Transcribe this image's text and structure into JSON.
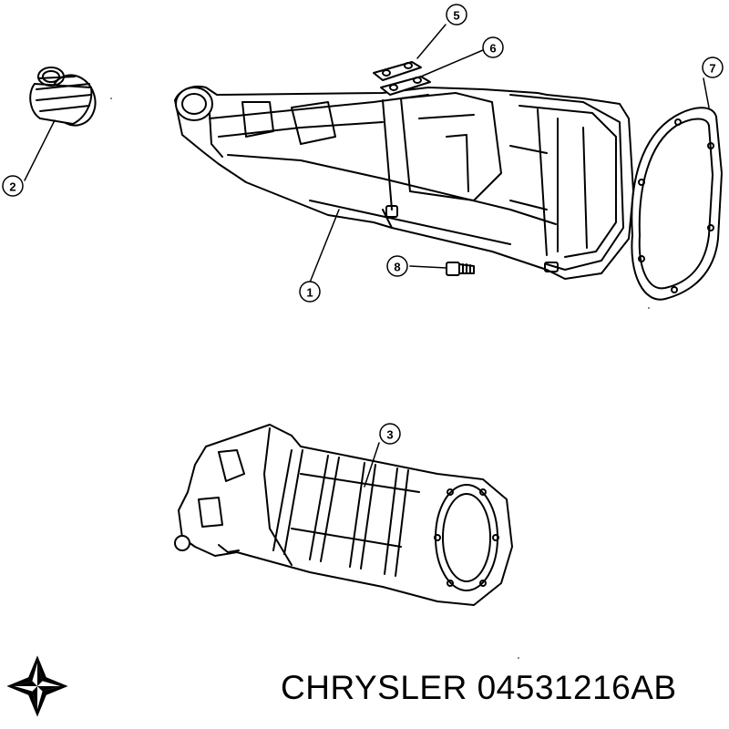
{
  "callouts": [
    {
      "id": "c1",
      "label": "1"
    },
    {
      "id": "c2",
      "label": "2"
    },
    {
      "id": "c3",
      "label": "3"
    },
    {
      "id": "c5",
      "label": "5"
    },
    {
      "id": "c6",
      "label": "6"
    },
    {
      "id": "c7",
      "label": "7"
    },
    {
      "id": "c8",
      "label": "8"
    }
  ],
  "footer": {
    "brand": "CHRYSLER",
    "part_number": "04531216AB",
    "logo_icon": "chrysler-pentastar-icon"
  }
}
